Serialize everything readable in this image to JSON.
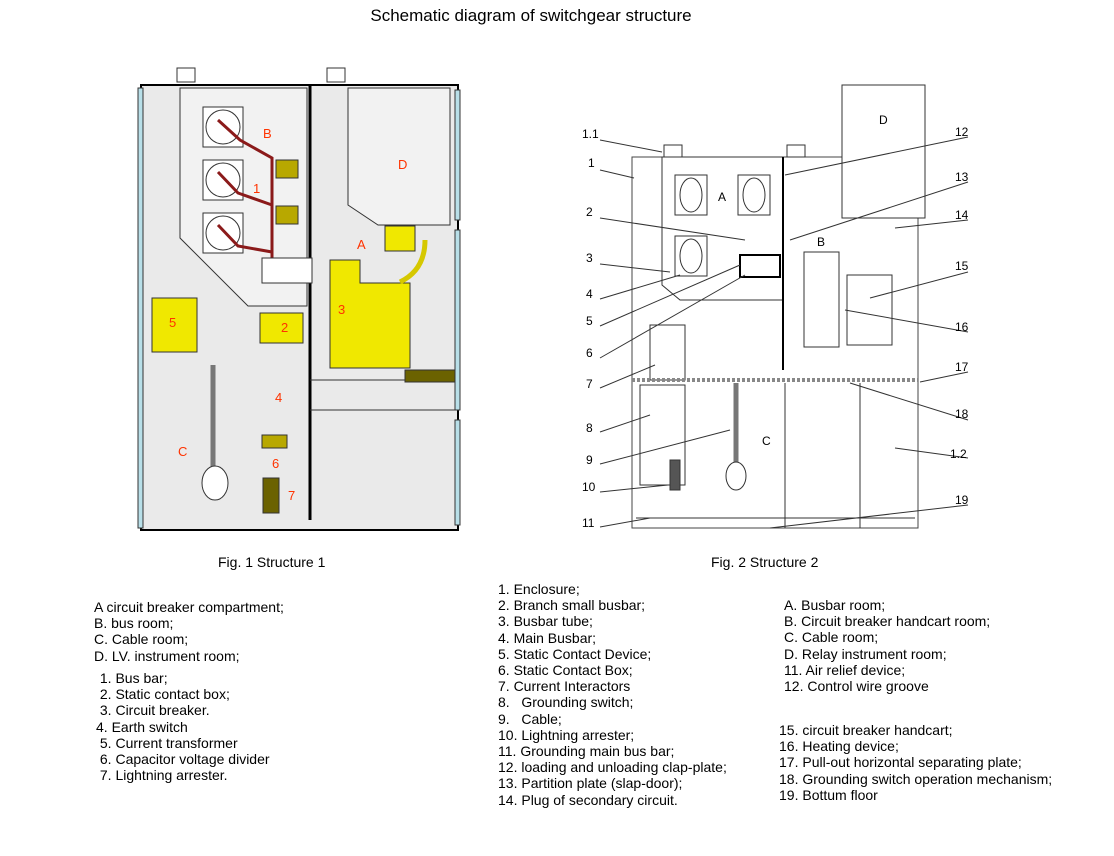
{
  "title": "Schematic diagram of switchgear structure",
  "fig1": {
    "caption": "Fig. 1  Structure 1",
    "labels": {
      "A": "A",
      "B": "B",
      "C": "C",
      "D": "D",
      "n1": "1",
      "n2": "2",
      "n3": "3",
      "n4": "4",
      "n5": "5",
      "n6": "6",
      "n7": "7"
    }
  },
  "fig2": {
    "caption": "Fig. 2  Structure 2",
    "labels": {
      "A": "A",
      "B": "B",
      "C": "C",
      "D": "D",
      "n1_1": "1.1",
      "n1": "1",
      "n2": "2",
      "n3": "3",
      "n4": "4",
      "n5": "5",
      "n6": "6",
      "n7": "7",
      "n8": "8",
      "n9": "9",
      "n10": "10",
      "n11": "11",
      "n12": "12",
      "n13": "13",
      "n14": "14",
      "n15": "15",
      "n16": "16",
      "n17": "17",
      "n18": "18",
      "n19": "19",
      "n1_2": "1.2"
    }
  },
  "legend1": {
    "rooms": [
      "A circuit breaker compartment;",
      "B. bus room;",
      "C. Cable room;",
      "D. LV. instrument room;"
    ],
    "parts": [
      " 1. Bus bar;",
      " 2. Static contact box;",
      " 3. Circuit breaker.",
      "4. Earth switch",
      " 5. Current transformer",
      " 6. Capacitor voltage divider",
      " 7. Lightning arrester."
    ]
  },
  "legend2": {
    "left": [
      "1. Enclosure;",
      "2. Branch small busbar;",
      "3. Busbar tube;",
      "4. Main Busbar;",
      "5. Static Contact Device;",
      "6. Static Contact Box;",
      "7. Current Interactors",
      "8.   Grounding switch;",
      "9.   Cable;",
      "10. Lightning arrester;",
      "11. Grounding main bus bar;",
      "12. loading and unloading clap-plate;",
      "13. Partition plate (slap-door);",
      "14. Plug of secondary circuit."
    ],
    "right_top": [
      "A. Busbar room;",
      "B. Circuit breaker handcart room;",
      "C. Cable room;",
      "D. Relay instrument room;",
      "11. Air relief device;",
      "12. Control wire groove"
    ],
    "right_bottom": [
      "15. circuit breaker handcart;",
      "16. Heating device;",
      "17. Pull-out horizontal separating plate;",
      "18. Grounding switch operation mechanism;",
      "19. Bottum floor"
    ]
  },
  "colors": {
    "yellow": "#f0e800",
    "bar": "#8b1a1a",
    "panel": "#e6e6e6",
    "blue": "#b8dfe8",
    "label": "#ff3300"
  }
}
